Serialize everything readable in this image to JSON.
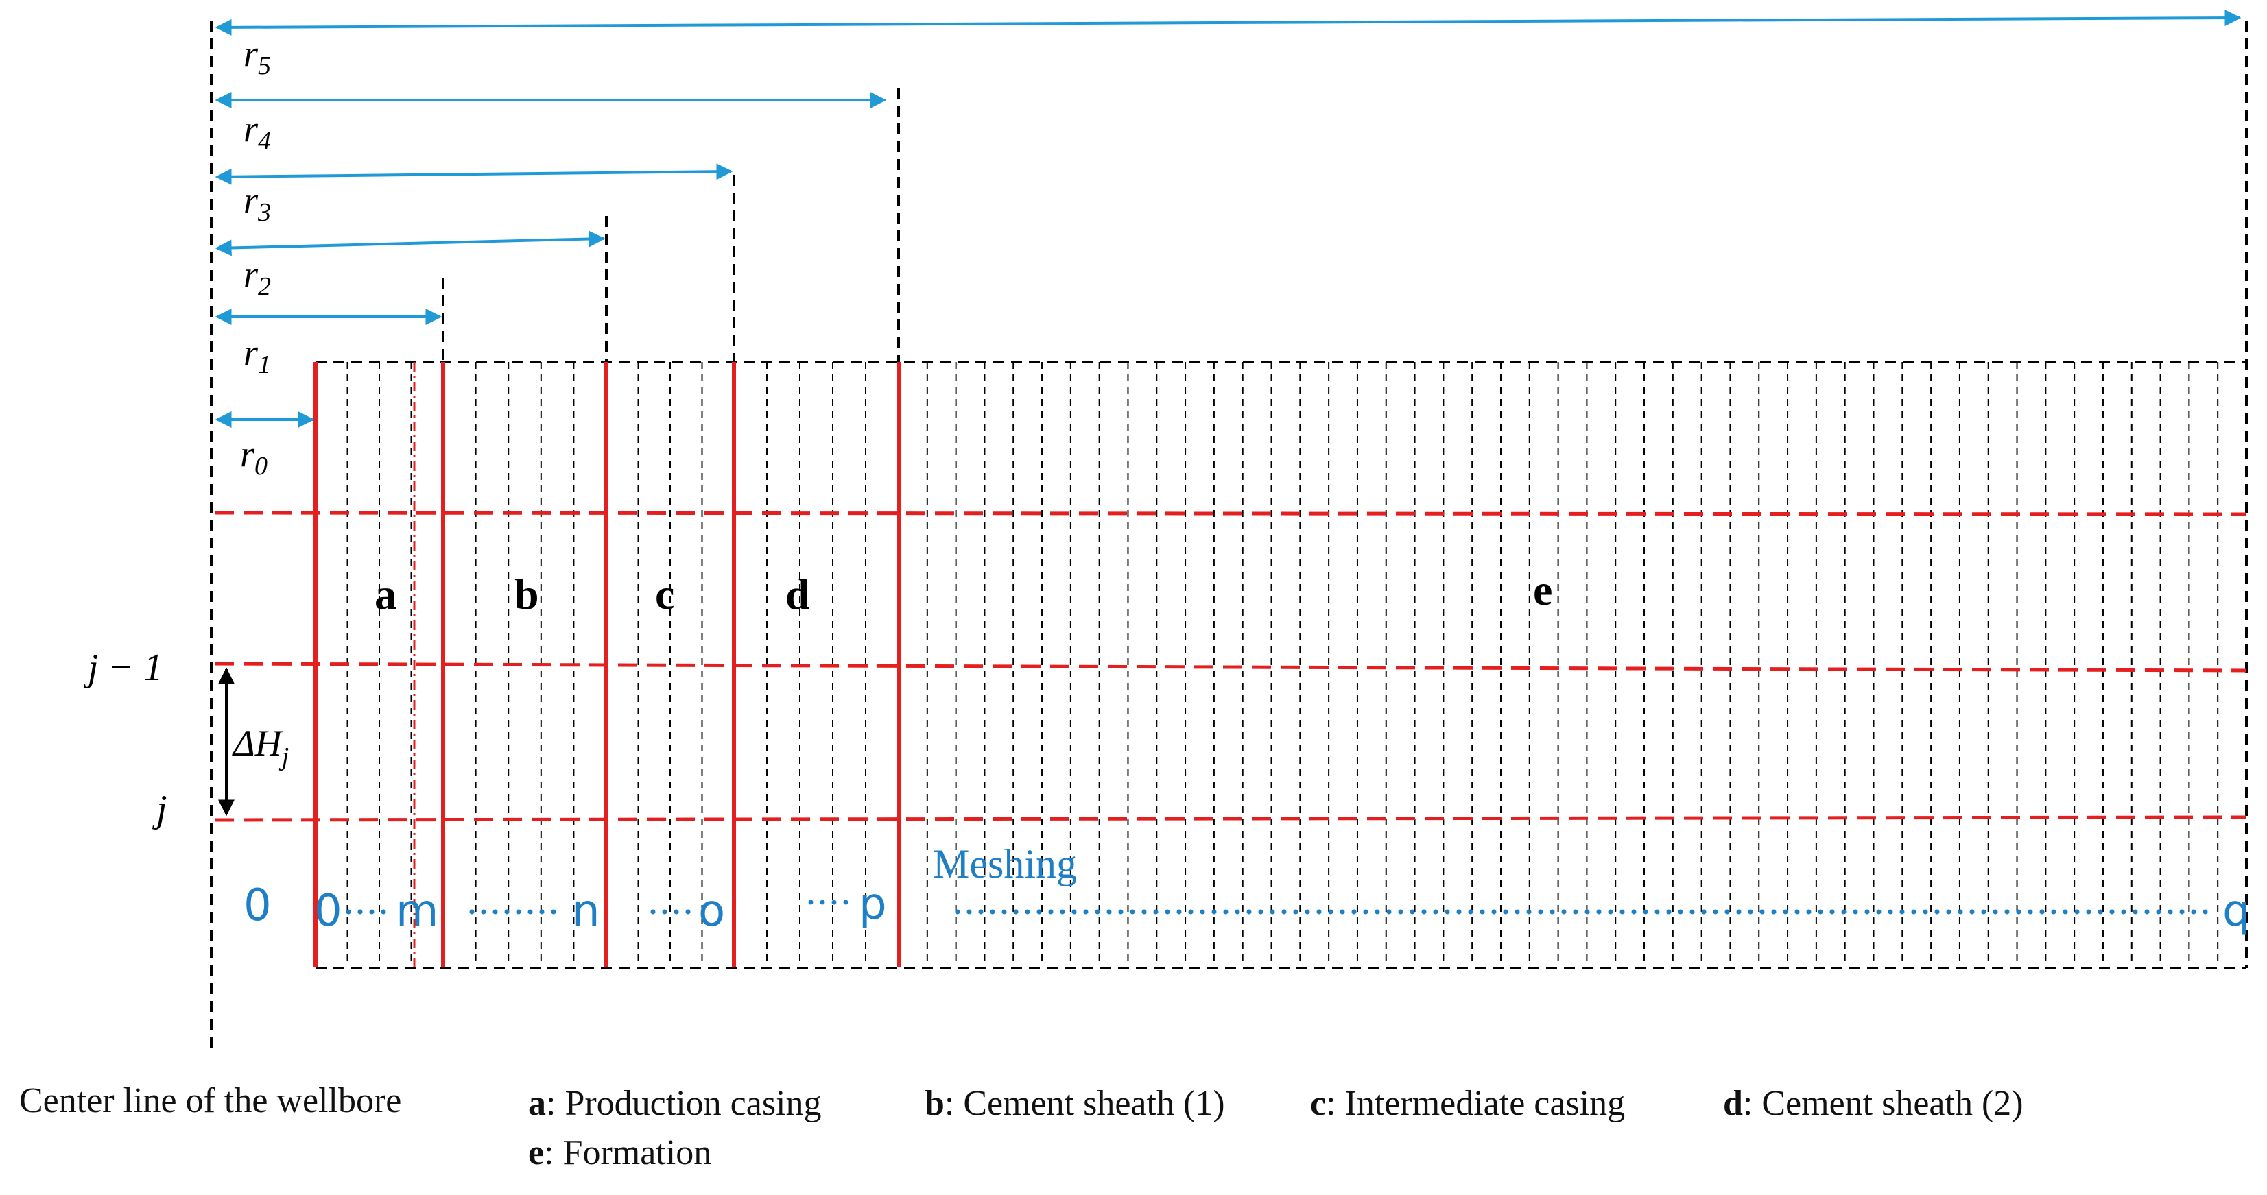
{
  "radii": [
    {
      "sym": "r",
      "sub": "0"
    },
    {
      "sym": "r",
      "sub": "1"
    },
    {
      "sym": "r",
      "sub": "2"
    },
    {
      "sym": "r",
      "sub": "3"
    },
    {
      "sym": "r",
      "sub": "4"
    },
    {
      "sym": "r",
      "sub": "5"
    }
  ],
  "rows": {
    "j_minus_1": "j − 1",
    "j": "j",
    "delta_h": "ΔH",
    "delta_h_sub": "j"
  },
  "regions": [
    "a",
    "b",
    "c",
    "d",
    "e"
  ],
  "nodes": {
    "center": "0",
    "first": "0",
    "m": "m",
    "n": "n",
    "o": "o",
    "p": "p",
    "q": "q"
  },
  "meshing_label": "Meshing",
  "center_line_label": "Center line of the wellbore",
  "legend": [
    {
      "key": "a",
      "text": ": Production casing"
    },
    {
      "key": "b",
      "text": ": Cement sheath (1)"
    },
    {
      "key": "c",
      "text": ": Intermediate casing"
    },
    {
      "key": "d",
      "text": ": Cement sheath (2)"
    },
    {
      "key": "e",
      "text": ": Formation"
    }
  ],
  "colors": {
    "boundary_red": "#e41f1f",
    "arrow_blue": "#1f9ad6",
    "node_blue": "#1f7fc6",
    "grid_black": "#000000"
  }
}
